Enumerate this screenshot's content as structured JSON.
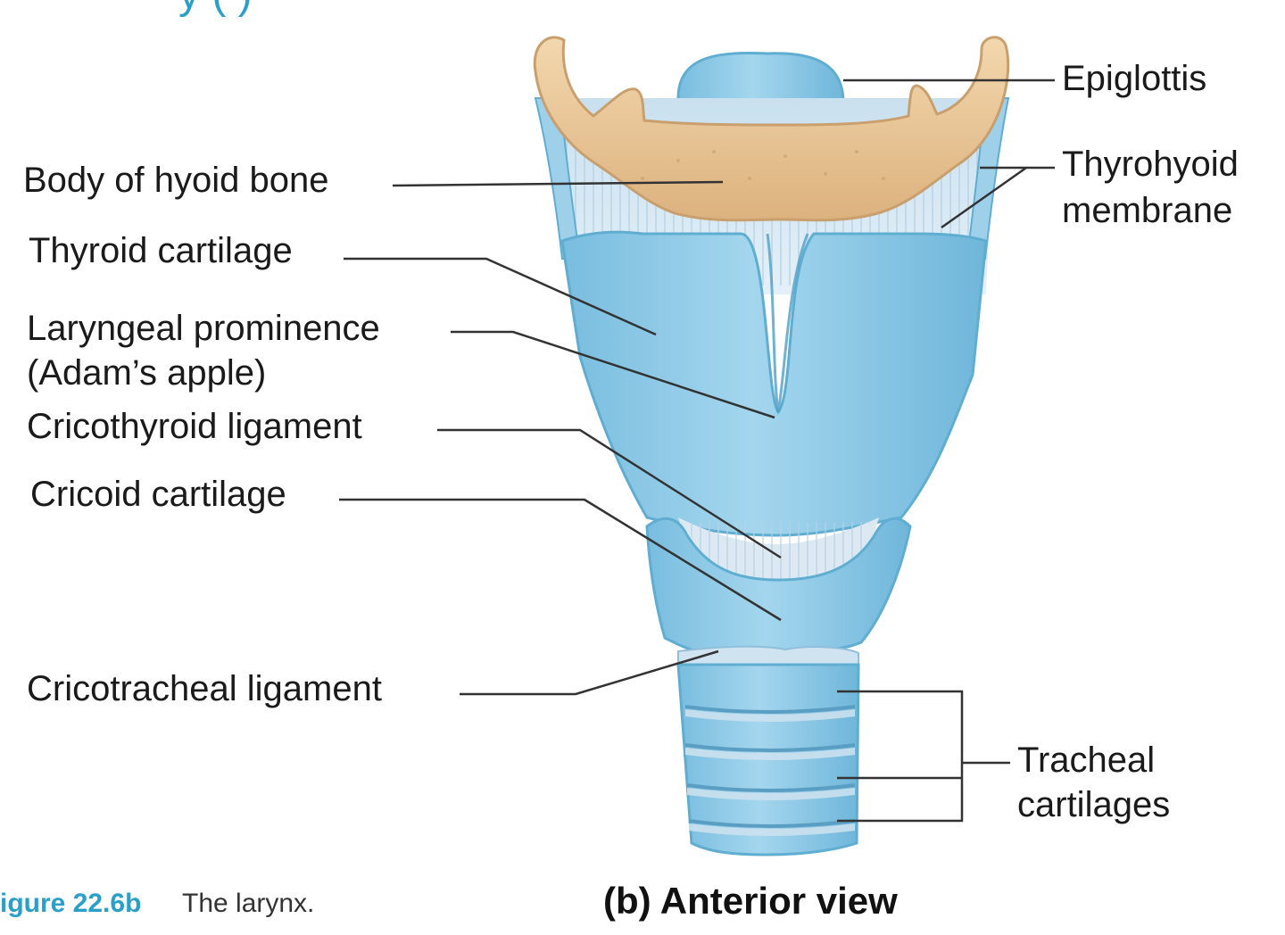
{
  "header": {
    "title_fragment": "y  (   )"
  },
  "labels": {
    "epiglottis": "Epiglottis",
    "thyrohyoid_1": "Thyrohyoid",
    "thyrohyoid_2": "membrane",
    "hyoid": "Body of hyoid bone",
    "thyroid": "Thyroid cartilage",
    "laryngeal_1": "Laryngeal prominence",
    "laryngeal_2": "(Adam’s apple)",
    "cricothyroid": "Cricothyroid ligament",
    "cricoid": "Cricoid cartilage",
    "cricotracheal": "Cricotracheal ligament",
    "tracheal_1": "Tracheal",
    "tracheal_2": "cartilages"
  },
  "caption": {
    "figure_number": "igure 22.6b",
    "figure_title": "The larynx.",
    "view": "(b)  Anterior view"
  },
  "colors": {
    "cartilage": "#8ecbe6",
    "cartilage_dark": "#5faed2",
    "bone": "#ecc99a",
    "membrane": "#d2e6f2",
    "figure_label": "#2a9fc8"
  }
}
